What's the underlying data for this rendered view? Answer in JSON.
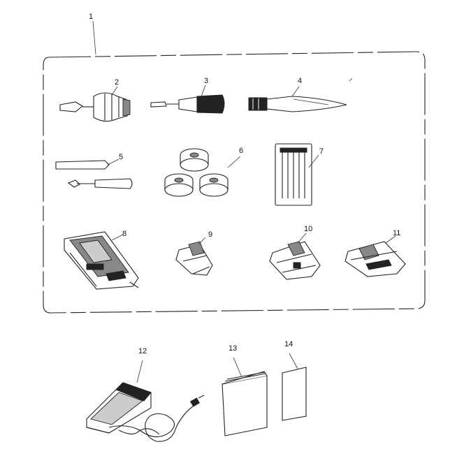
{
  "parts": [
    {
      "id": "part-1",
      "number": "1"
    },
    {
      "id": "part-2",
      "number": "2"
    },
    {
      "id": "part-3",
      "number": "3"
    },
    {
      "id": "part-4",
      "number": "4"
    },
    {
      "id": "part-5",
      "number": "5"
    },
    {
      "id": "part-6",
      "number": "6"
    },
    {
      "id": "part-7",
      "number": "7"
    },
    {
      "id": "part-8",
      "number": "8"
    },
    {
      "id": "part-9",
      "number": "9"
    },
    {
      "id": "part-10",
      "number": "10"
    },
    {
      "id": "part-11",
      "number": "11"
    },
    {
      "id": "part-12",
      "number": "12"
    },
    {
      "id": "part-13",
      "number": "13"
    },
    {
      "id": "part-14",
      "number": "14"
    }
  ],
  "colors": {
    "line": "#222222",
    "background": "#ffffff"
  }
}
